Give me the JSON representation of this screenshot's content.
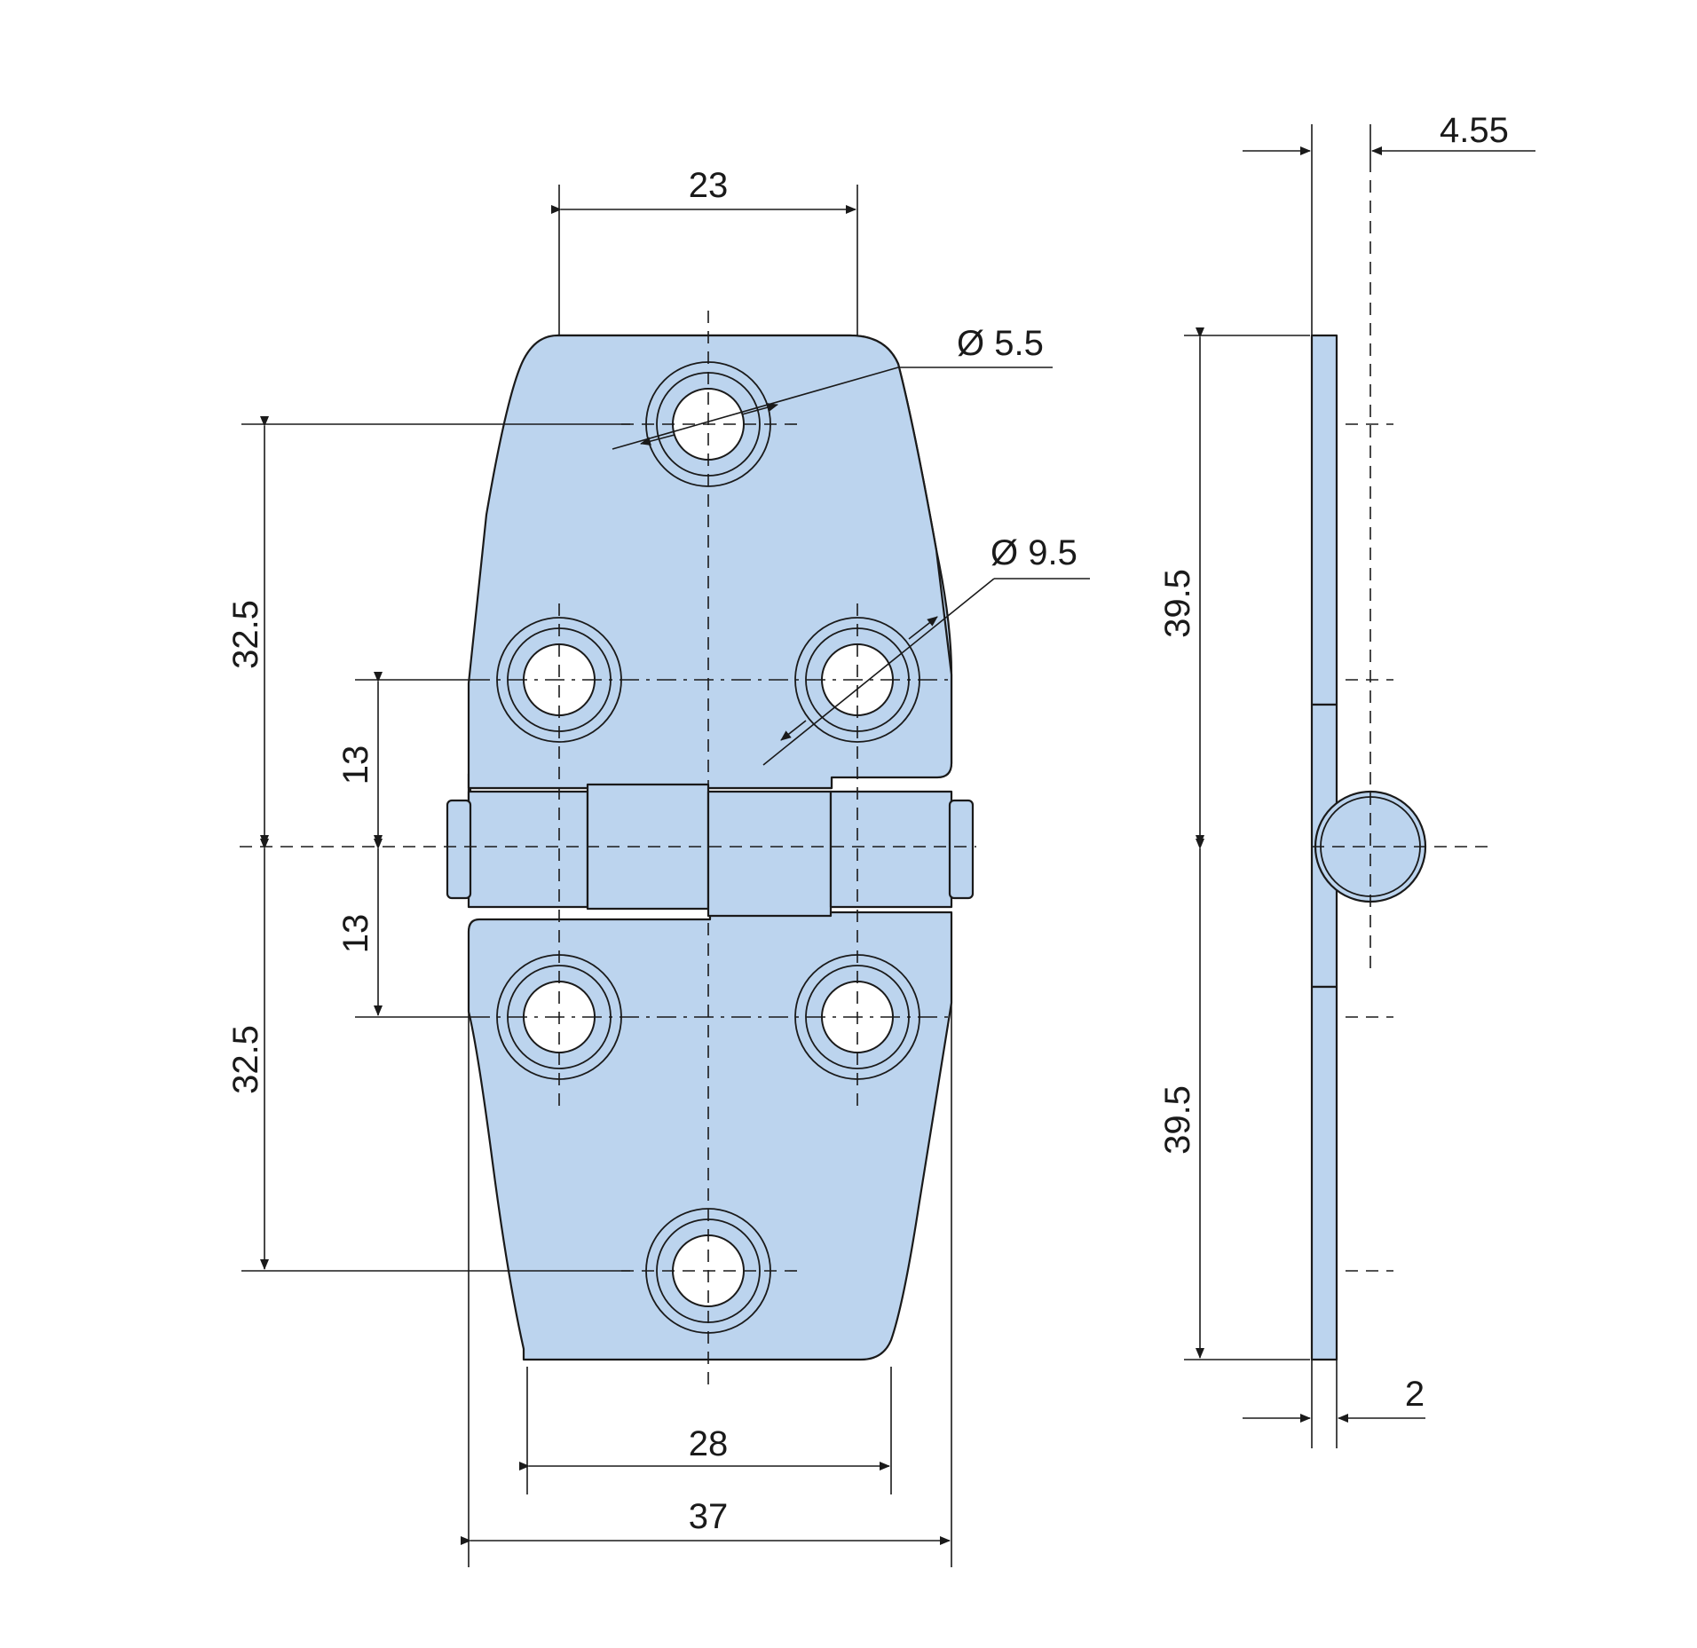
{
  "drawing": {
    "colors": {
      "part_fill": "#bcd4ee",
      "line": "#1a1a1a",
      "background": "#ffffff"
    },
    "front_view": {
      "dim_top_hole_spacing": "23",
      "dim_small_hole_dia": "Ø 5.5",
      "dim_large_hole_dia": "Ø 9.5",
      "dim_upper_outer": "32.5",
      "dim_upper_inner": "13",
      "dim_lower_inner": "13",
      "dim_lower_outer": "32.5",
      "dim_bottom_width": "28",
      "dim_overall_width": "37"
    },
    "side_view": {
      "dim_knuckle_offset": "4.55",
      "dim_upper_length": "39.5",
      "dim_lower_length": "39.5",
      "dim_thickness": "2"
    }
  }
}
